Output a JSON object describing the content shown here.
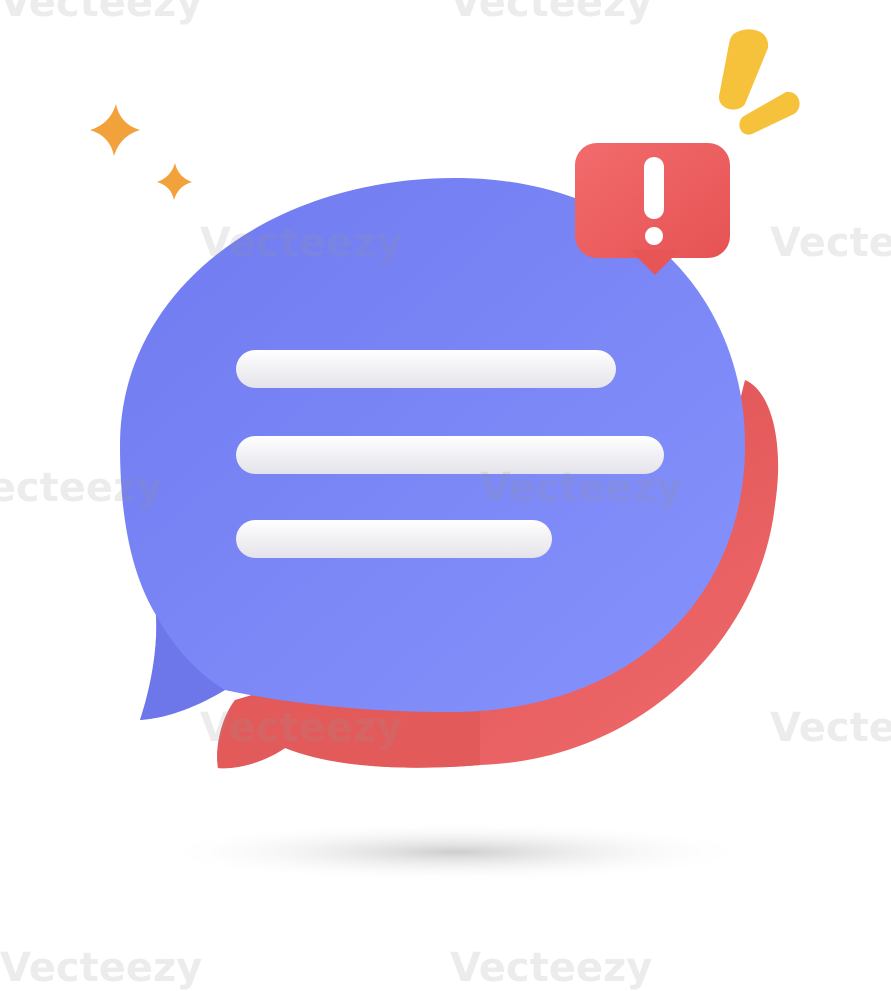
{
  "illustration": {
    "subject": "chat-bubble-notification",
    "colors": {
      "main_bubble": "#7b86f5",
      "main_bubble_dark": "#5f68d8",
      "back_bubble": "#ea5f60",
      "back_bubble_dark": "#c94547",
      "alert_bubble": "#ef5c5d",
      "text_lines": "#ffffff",
      "sparkles": "#f2a23a",
      "alert_marks": "#f7c23b",
      "shadow": "#d9d9d9"
    },
    "alert_symbol": "!",
    "text_line_count": 3
  },
  "watermark": {
    "text": "Vecteezy"
  }
}
